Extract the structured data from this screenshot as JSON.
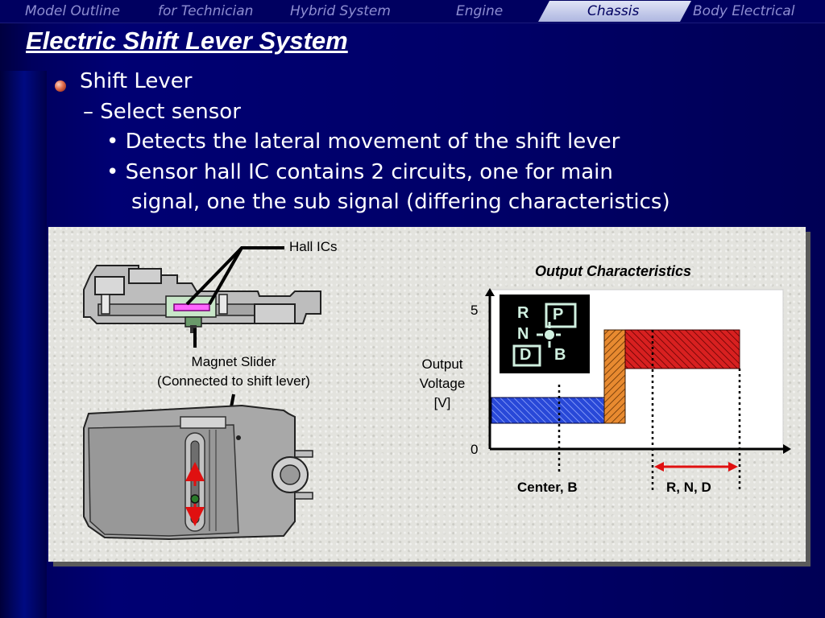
{
  "nav": {
    "items": [
      "Model Outline",
      "for Technician",
      "Hybrid System",
      "Engine",
      "Chassis",
      "Body Electrical"
    ],
    "active": "Chassis"
  },
  "slide": {
    "title": "Electric Shift Lever System",
    "bullets": {
      "level1": "Shift Lever",
      "level2": "– Select sensor",
      "level3_a": "• Detects the lateral movement of the shift lever",
      "level3_b_line1": "• Sensor hall IC contains 2 circuits, one for main",
      "level3_b_line2": "signal, one the sub signal (differing characteristics)"
    }
  },
  "figure": {
    "hall_ics_label": "Hall ICs",
    "magnet_slider_line1": "Magnet Slider",
    "magnet_slider_line2": "(Connected to shift lever)",
    "chart_title": "Output Characteristics",
    "ylabel_line1": "Output",
    "ylabel_line2": "Voltage",
    "ylabel_line3": "[V]",
    "y_tick_top": "5",
    "y_tick_bottom": "0",
    "x_label_left": "Center, B",
    "x_label_right": "R, N, D",
    "shift_pattern": {
      "r": "R",
      "p": "P",
      "n": "N",
      "d": "D",
      "b": "B"
    }
  },
  "colors": {
    "background": "#00005a",
    "nav_text": "#8e8ed2",
    "nav_active_text": "#000060",
    "panel": "#e3e3de",
    "low_band": "#2848d8",
    "transition_band": "#e88a30",
    "high_band": "#d82020",
    "arrow": "#e01010"
  }
}
